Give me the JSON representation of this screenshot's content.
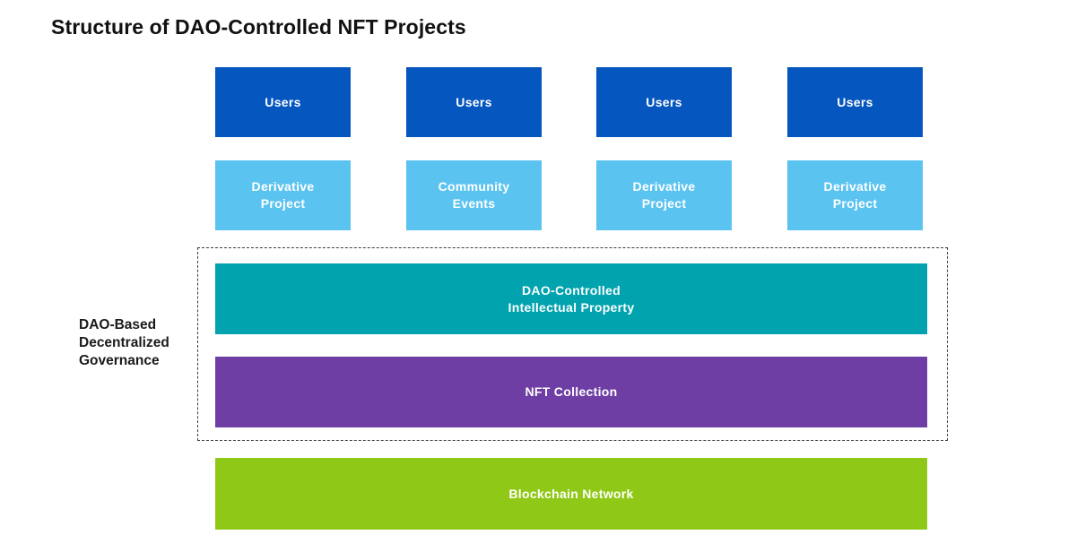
{
  "title": "Structure of DAO-Controlled NFT Projects",
  "colors": {
    "dark_blue": "#0556BE",
    "light_blue": "#5BC3F0",
    "teal": "#00A3AE",
    "purple": "#6F3EA5",
    "green": "#90C817",
    "title_text": "#111111",
    "box_text": "#FFFFFF",
    "outline": "#3C3C3C"
  },
  "columns": [
    {
      "user_label": "Users",
      "sub_label": "Derivative\nProject"
    },
    {
      "user_label": "Users",
      "sub_label": "Community\nEvents"
    },
    {
      "user_label": "Users",
      "sub_label": "Derivative\nProject"
    },
    {
      "user_label": "Users",
      "sub_label": "Derivative\nProject"
    }
  ],
  "governance_group": {
    "side_label": "DAO-Based\nDecentralized\nGovernance",
    "layers": [
      {
        "label": "DAO-Controlled\nIntellectual Property"
      },
      {
        "label": "NFT Collection"
      }
    ]
  },
  "base_layer": {
    "label": "Blockchain Network"
  }
}
